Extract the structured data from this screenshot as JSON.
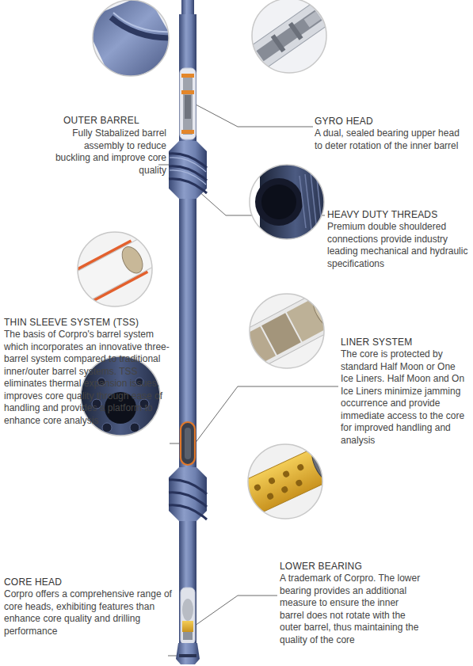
{
  "diagram": {
    "labels": [
      "OUTER BARREL",
      "Fully Stabalized barrel assembly to reduce buckling and improve core quality",
      "GYRO HEAD",
      "A dual, sealed bearing upper head to deter rotation of the inner barrel",
      "HEAVY DUTY THREADS",
      "Premium double shouldered connections provide industry leading mechanical and hydraulic specifications",
      "THIN SLEEVE SYSTEM (TSS)",
      "The basis of Corpro's barrel system which incorporates an innovative three-barrel system compared to traditional inner/outer barrel systems. TSS eliminates thermal expansion issues, improves core quality through ease of handling and provides a platform to enhance core analysis",
      "LINER SYSTEM",
      "The core is protected by standard Half Moon or One Ice Liners. Half Moon and On Ice Liners minimize jamming occurrence and provide immediate access to the core for improved handling and analysis",
      "CORE HEAD",
      "Corpro offers a comprehensive range of core heads, exhibiting features than enhance core quality and drilling performance",
      "LOWER BEARING",
      "A trademark of Corpro. The lower bearing provides an additional measure to ensure the inner barrel does not rotate with the outer barrel, thus maintaining the quality of the core"
    ]
  }
}
